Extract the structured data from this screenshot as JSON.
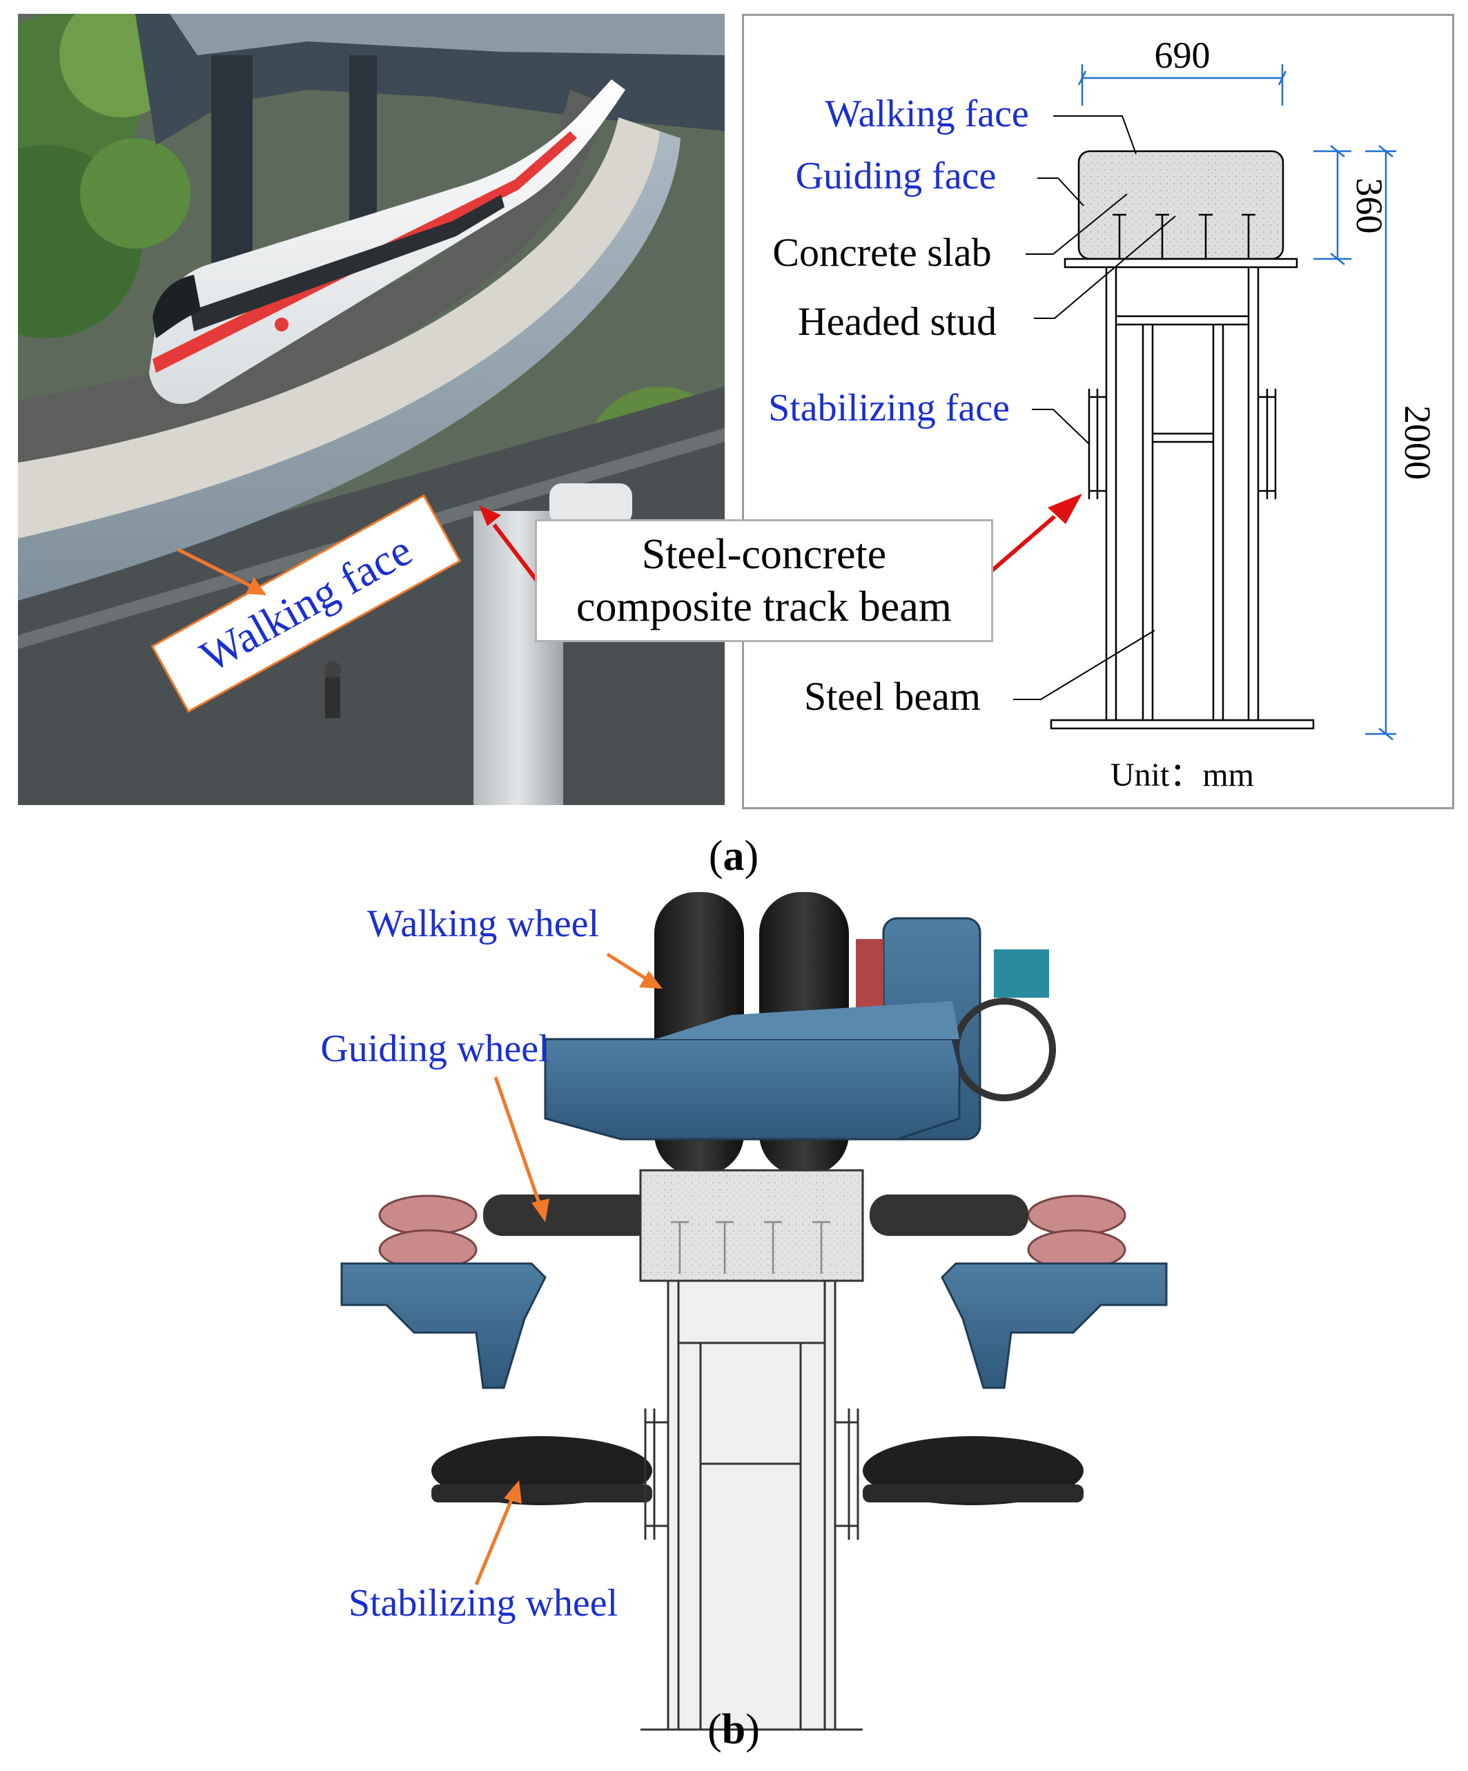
{
  "panel_a": {
    "photo": {
      "walking_face_label": "Walking face",
      "callout_line1": "Steel-concrete",
      "callout_line2": "composite track beam"
    },
    "drawing": {
      "walking_face": "Walking face",
      "guiding_face": "Guiding face",
      "concrete_slab": "Concrete slab",
      "headed_stud": "Headed stud",
      "stabilizing_face": "Stabilizing face",
      "steel_beam": "Steel beam",
      "dim_width": "690",
      "dim_slab": "360",
      "dim_height": "2000",
      "unit": "Unit：mm"
    },
    "caption_open": "(",
    "caption_letter": "a",
    "caption_close": ")"
  },
  "panel_b": {
    "walking_wheel": "Walking wheel",
    "guiding_wheel": "Guiding wheel",
    "stabilizing_wheel": "Stabilizing wheel",
    "caption_open": "(",
    "caption_letter": "b",
    "caption_close": ")"
  },
  "colors": {
    "label_blue": "#1a2fd0",
    "dimension_blue": "#1f6fd6",
    "arrow_red": "#e01010",
    "arrow_orange": "#f07a2a",
    "bogie_blue": "#3e6e94",
    "concrete": "#dcdcdc",
    "steel_beam": "#efefef"
  }
}
